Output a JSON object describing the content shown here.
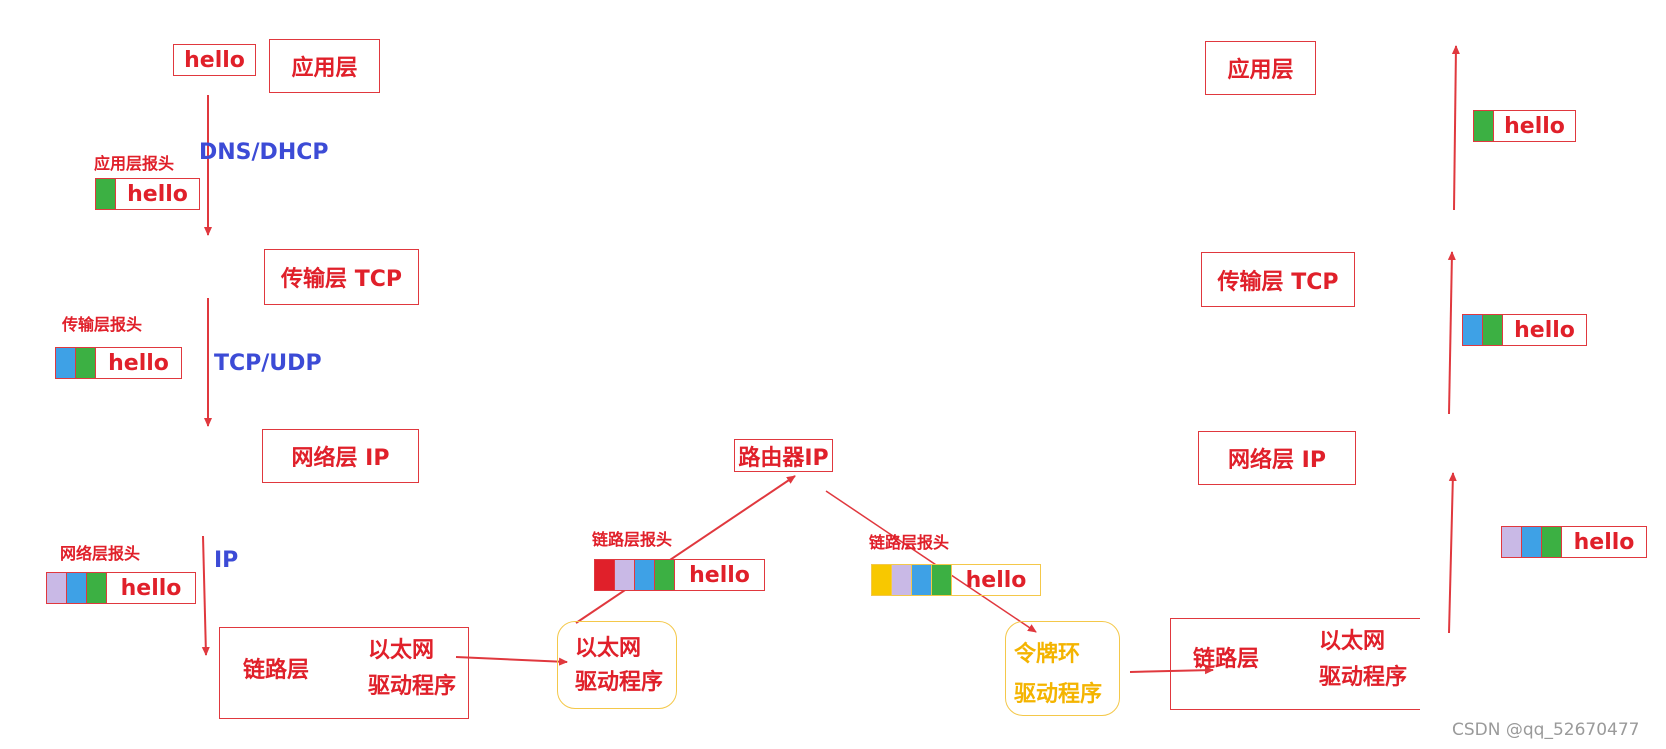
{
  "colors": {
    "red": "#e0202a",
    "blue": "#3c4bd6",
    "yellow": "#f4b400",
    "seg_green": "#3cb043",
    "seg_blue": "#3ea1e6",
    "seg_lavender": "#c9b9e6",
    "seg_red": "#e0202a",
    "seg_yellow": "#f8c800"
  },
  "payload": "hello",
  "left": {
    "app_layer": "应用层",
    "transport_layer": "传输层 TCP",
    "network_layer": "网络层 IP",
    "link_layer": "链路层",
    "link_driver_line1": "以太网",
    "link_driver_line2": "驱动程序",
    "app_header": "应用层报头",
    "transport_header": "传输层报头",
    "network_header": "网络层报头",
    "proto_app": "DNS/DHCP",
    "proto_transport": "TCP/UDP",
    "proto_network": "IP"
  },
  "router": {
    "title": "路由器IP",
    "eth_driver_line1": "以太网",
    "eth_driver_line2": "驱动程序",
    "token_driver_line1": "令牌环",
    "token_driver_line2": "驱动程序",
    "link_header_left": "链路层报头",
    "link_header_right": "链路层报头"
  },
  "right": {
    "app_layer": "应用层",
    "transport_layer": "传输层 TCP",
    "network_layer": "网络层 IP",
    "link_layer": "链路层",
    "link_driver_line1": "以太网",
    "link_driver_line2": "驱动程序"
  },
  "watermark": "CSDN @qq_52670477"
}
